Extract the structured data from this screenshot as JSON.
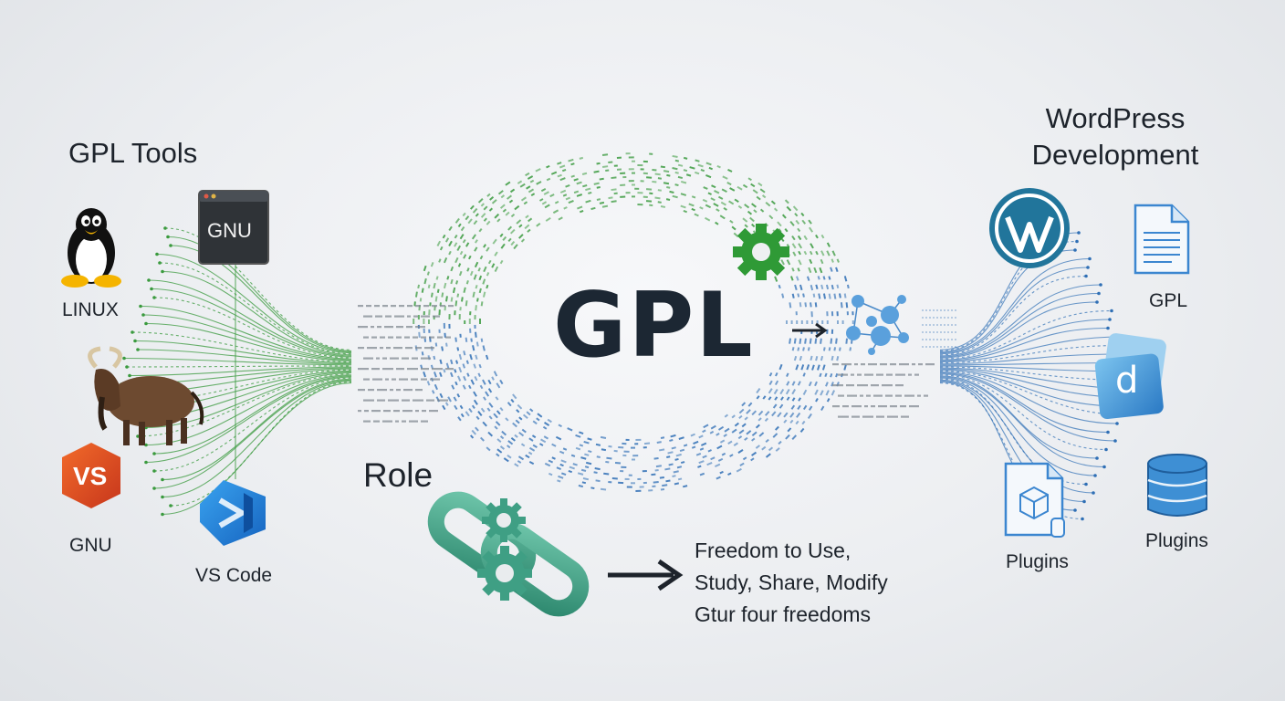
{
  "left": {
    "title": "GPL Tools",
    "items": [
      {
        "label": "LINUX",
        "icon": "penguin-icon"
      },
      {
        "label": "GNU",
        "icon": "terminal-icon"
      },
      {
        "label": "",
        "icon": "gnu-wildebeest-icon"
      },
      {
        "label": "GNU",
        "icon": "vs-logo-icon"
      },
      {
        "label": "VS Code",
        "icon": "vscode-icon"
      }
    ]
  },
  "center": {
    "title": "GPL"
  },
  "role": {
    "title": "Role",
    "freedoms": [
      "Freedom to Use,",
      "Study, Share, Modify",
      "Gtur four freedoms"
    ]
  },
  "right": {
    "title_line1": "WordPress",
    "title_line2": "Development",
    "items": [
      {
        "label": "",
        "icon": "wordpress-icon"
      },
      {
        "label": "GPL",
        "icon": "document-icon"
      },
      {
        "label": "",
        "icon": "theme-d-icon"
      },
      {
        "label": "Plugins",
        "icon": "plugin-file-icon"
      },
      {
        "label": "Plugins",
        "icon": "database-icon"
      }
    ]
  },
  "colors": {
    "green": "#3a9a3e",
    "blue": "#2f6fb5",
    "dark": "#1d232b",
    "wordpress": "#21759b",
    "chain": "#3f9f84"
  }
}
